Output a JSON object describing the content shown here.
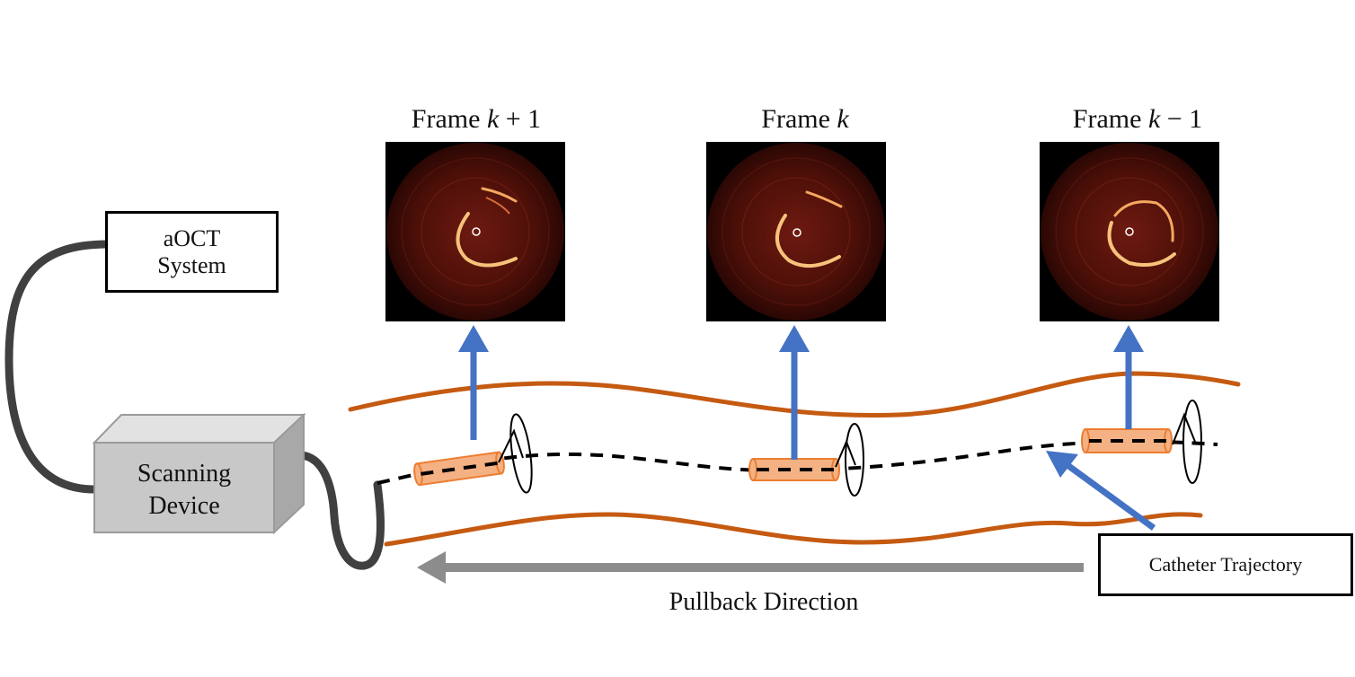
{
  "frames": [
    {
      "prefix": "Frame ",
      "var": "k",
      "suffix": " + 1"
    },
    {
      "prefix": "Frame ",
      "var": "k",
      "suffix": ""
    },
    {
      "prefix": "Frame ",
      "var": "k",
      "suffix": " − 1"
    }
  ],
  "system_box": {
    "line1": "aOCT",
    "line2": "System"
  },
  "scanner": {
    "line1": "Scanning",
    "line2": "Device"
  },
  "trajectory_label": "Catheter Trajectory",
  "pullback_label": "Pullback Direction",
  "colors": {
    "vessel_wall": "#c55a11",
    "indicator_arrow": "#4472c4",
    "pullback_arrow": "#8c8c8c",
    "catheter_fill": "#f4b183",
    "cable": "#404040",
    "device_face": "#c8c8c8"
  }
}
